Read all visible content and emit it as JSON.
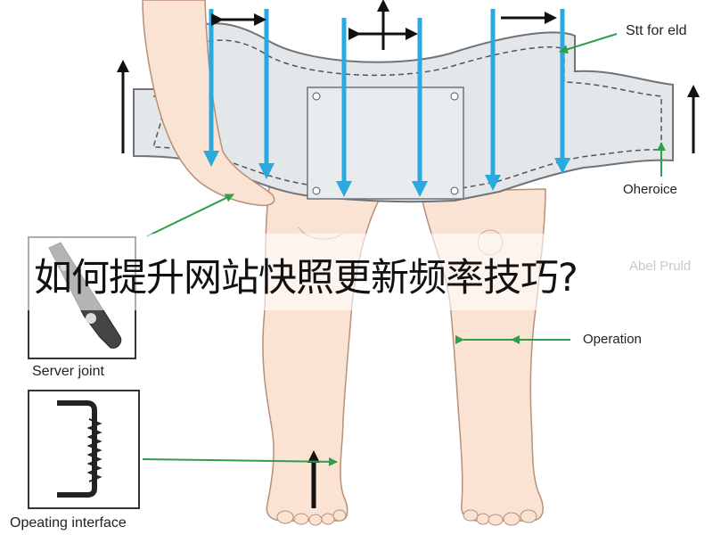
{
  "labels": {
    "top_right": "Stt for eld",
    "right_mid": "Oheroice",
    "right_lower": "Operation",
    "faint_text": "Abel Pruld",
    "left_box_1": "Server joint",
    "left_box_2": "Opeating interface"
  },
  "banner": {
    "title": "如何提升网站快照更新频率技巧?"
  },
  "colors": {
    "arrow_blue": "#29a9dd",
    "arrow_green": "#2e9e4b",
    "arrow_black": "#111111",
    "skin": "#fbe3d4",
    "skin_outline": "#b98f78",
    "pad_fill": "#e4e7ea",
    "pad_outline": "#6e7479"
  },
  "icons": [
    "server-joint-icon",
    "operating-interface-spring-icon"
  ]
}
